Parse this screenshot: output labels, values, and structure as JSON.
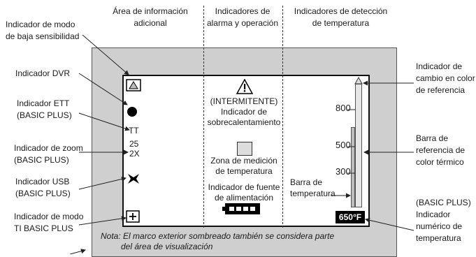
{
  "columns": {
    "info_area": [
      "Área de información",
      "adicional"
    ],
    "alarm_operation": [
      "Indicadores de",
      "alarma y operación"
    ],
    "temp_detection": [
      "Indicadores de detección",
      "de temperatura"
    ]
  },
  "left_labels": {
    "low_sensitivity": [
      "Indicador de modo",
      "de baja sensibilidad"
    ],
    "dvr": [
      "Indicador DVR"
    ],
    "ett": [
      "Indicador ETT",
      "(BASIC PLUS)"
    ],
    "zoom": [
      "Indicador de zoom",
      "(BASIC PLUS)"
    ],
    "usb": [
      "Indicador USB",
      "(BASIC PLUS)"
    ],
    "ti_basic_plus": [
      "Indicador de modo",
      "TI BASIC PLUS"
    ]
  },
  "right_labels": {
    "color_change": [
      "Indicador de",
      "cambio en color",
      "de referencia"
    ],
    "thermal_bar": [
      "Barra de",
      "referencia de",
      "color térmico"
    ],
    "numeric_temp": [
      "(BASIC PLUS)",
      "Indicador",
      "numérico de",
      "temperatura"
    ]
  },
  "screen": {
    "overheat": [
      "(INTERMITENTE)",
      "Indicador de",
      "sobrecalentamiento"
    ],
    "measure_zone": [
      "Zona de medición",
      "de temperatura"
    ],
    "power_source": [
      "Indicador de fuente",
      "de alimentación"
    ],
    "temp_bar_label": [
      "Barra de",
      "temperatura"
    ],
    "ett_text": "TT",
    "zoom_value_1": "25",
    "zoom_value_2": "2X",
    "scale_800": "800",
    "scale_500": "500",
    "scale_300": "300",
    "numeric_readout": "650°F"
  },
  "note": [
    "Nota: El marco exterior sombreado también se considera parte",
    "del área de visualización"
  ]
}
